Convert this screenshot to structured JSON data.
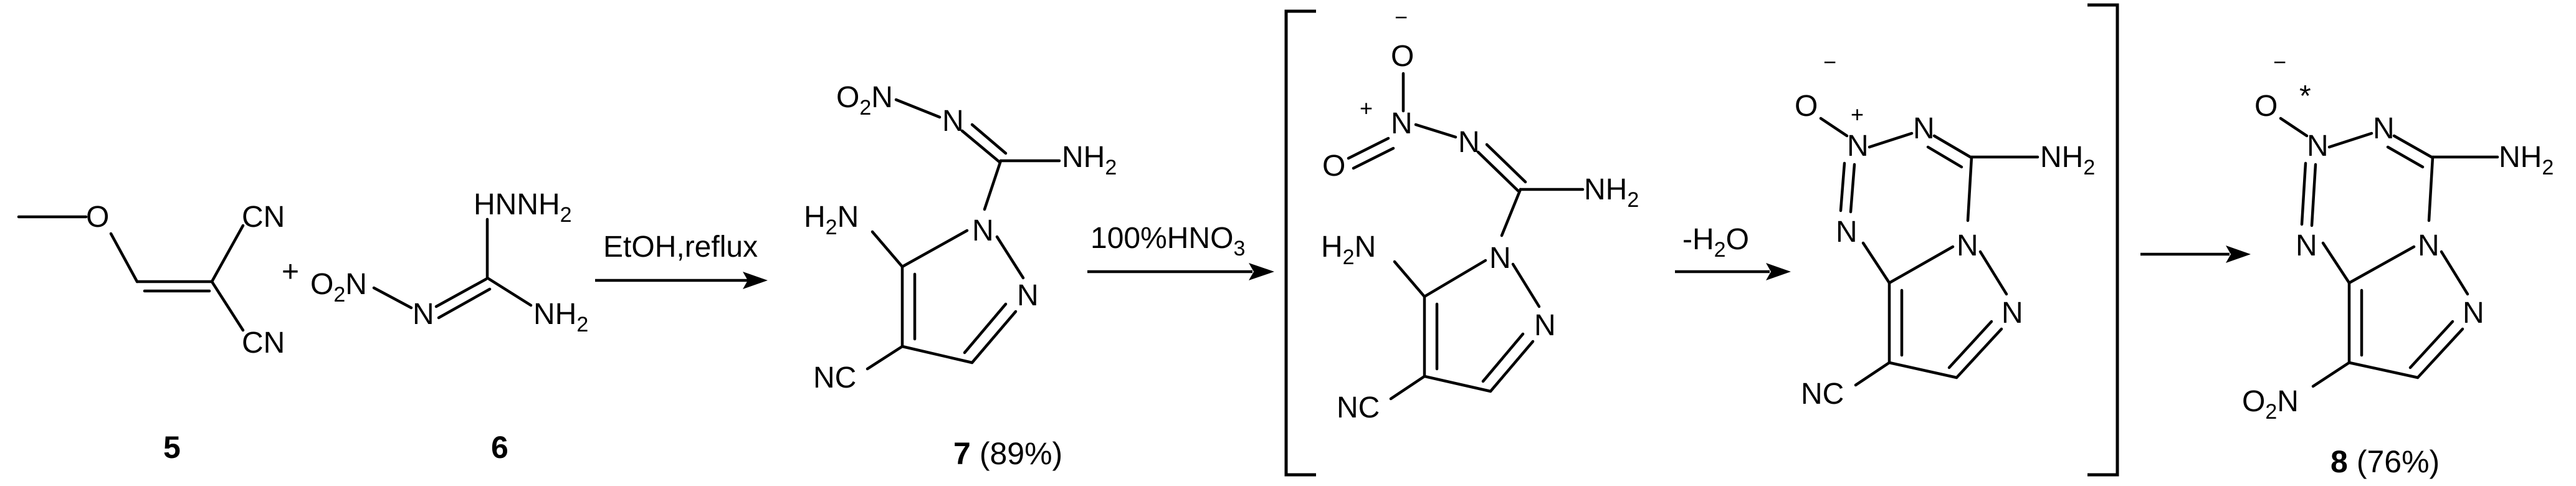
{
  "scheme": {
    "reagent_step1": "EtOH,reflux",
    "reagent_step2": "100%HNO",
    "reagent_step2_sub": "3",
    "reagent_step3": "-H",
    "reagent_step3_sub": "2",
    "reagent_step3_tail": "O",
    "plus_sign": "+"
  },
  "compounds": [
    {
      "number": "5",
      "yield": ""
    },
    {
      "number": "6",
      "yield": ""
    },
    {
      "number": "7",
      "yield": "(89%)"
    },
    {
      "number": "8",
      "yield": "(76%)"
    }
  ],
  "atoms": {
    "O": "O",
    "CN": "CN",
    "NC": "NC",
    "N": "N",
    "NH": "NH",
    "H": "H",
    "two": "2",
    "HNNH": "HNNH",
    "O2N_O": "O",
    "charge_minus": "−",
    "charge_plus": "+",
    "radical_star": "*"
  }
}
